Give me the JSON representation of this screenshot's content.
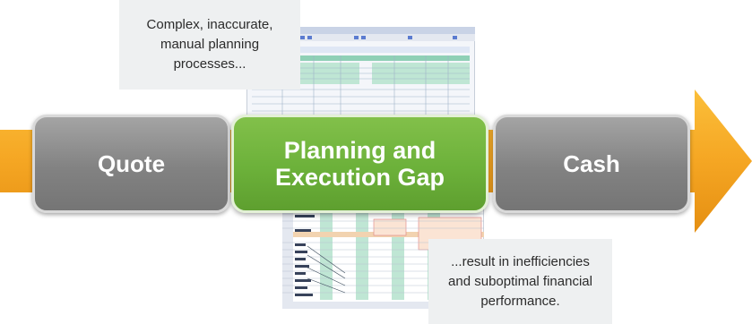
{
  "callouts": {
    "top": "Complex, inaccurate,\nmanual planning\nprocesses...",
    "bottom": "...result in inefficiencies\nand suboptimal financial\nperformance."
  },
  "stages": [
    {
      "label": "Quote",
      "color": "#8c8c8c"
    },
    {
      "label": "Planning and\nExecution Gap",
      "color": "#6cb13a"
    },
    {
      "label": "Cash",
      "color": "#8c8c8c"
    }
  ],
  "colors": {
    "arrow": "#f5a623",
    "callout_bg": "#eef0f1",
    "grey_stage": "#8c8c8c",
    "green_stage": "#6cb13a"
  },
  "icons": {
    "sheet_top": "spreadsheet-screenshot",
    "sheet_bottom": "spreadsheet-screenshot",
    "arrow": "process-flow-arrow"
  }
}
